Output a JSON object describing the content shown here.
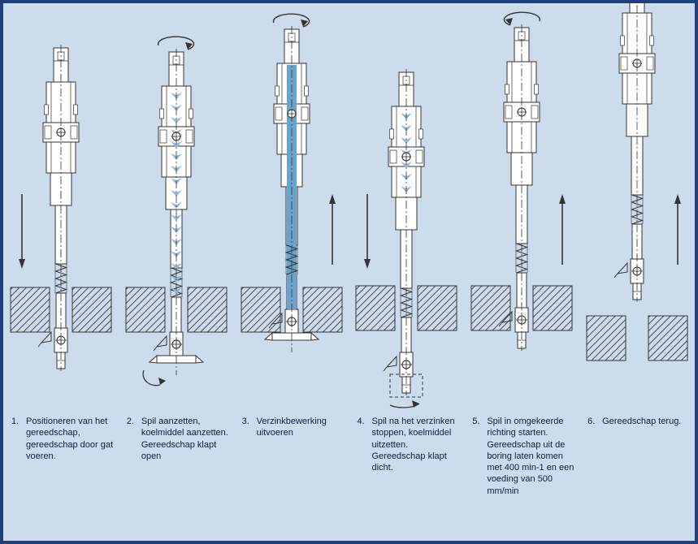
{
  "page": {
    "colors": {
      "background": "#cddcec",
      "border": "#1d3f7c",
      "line": "#333333",
      "coolant_fill": "#6aa3cd",
      "coolant_chevron": "#8fb9da",
      "text": "#101c3c"
    }
  },
  "steps": [
    {
      "number": "1.",
      "caption": "Positioneren van het gereedschap, gereedschap door gat voeren.",
      "figure": {
        "spindle_rotation": "none",
        "coolant": "none",
        "feed_arrow": "down-left",
        "blades": "closed",
        "tip_detail": "none"
      }
    },
    {
      "number": "2.",
      "caption": "Spil aanzetten, koelmiddel aanzetten. Gereedschap klapt open",
      "figure": {
        "spindle_rotation": "clockwise",
        "coolant": "chevrons",
        "feed_arrow": "none",
        "blades": "open",
        "tip_detail": "flip-open-arrow"
      }
    },
    {
      "number": "3.",
      "caption": "Verzinkbewerking uitvoeren",
      "figure": {
        "spindle_rotation": "clockwise",
        "coolant": "filled",
        "feed_arrow": "up-right",
        "blades": "open",
        "tip_detail": "none"
      }
    },
    {
      "number": "4.",
      "caption": "Spil na het verzinken stoppen, koelmiddel uitzetten. Gereedschap klapt dicht.",
      "figure": {
        "spindle_rotation": "none",
        "coolant": "chevrons-top",
        "feed_arrow": "down-left",
        "blades": "closed",
        "tip_detail": "flip-close-dashed"
      }
    },
    {
      "number": "5.",
      "caption": "Spil in omgekeerde richting starten. Gereedschap uit de boring laten komen met 400 min-1 en een voeding van 500 mm/min",
      "figure": {
        "spindle_rotation": "counterclockwise",
        "coolant": "none",
        "feed_arrow": "up-right",
        "blades": "closed",
        "tip_detail": "none"
      }
    },
    {
      "number": "6.",
      "caption": "Gereedschap terug.",
      "figure": {
        "spindle_rotation": "none",
        "coolant": "none",
        "feed_arrow": "up-right",
        "blades": "closed",
        "tip_detail": "none"
      }
    }
  ]
}
